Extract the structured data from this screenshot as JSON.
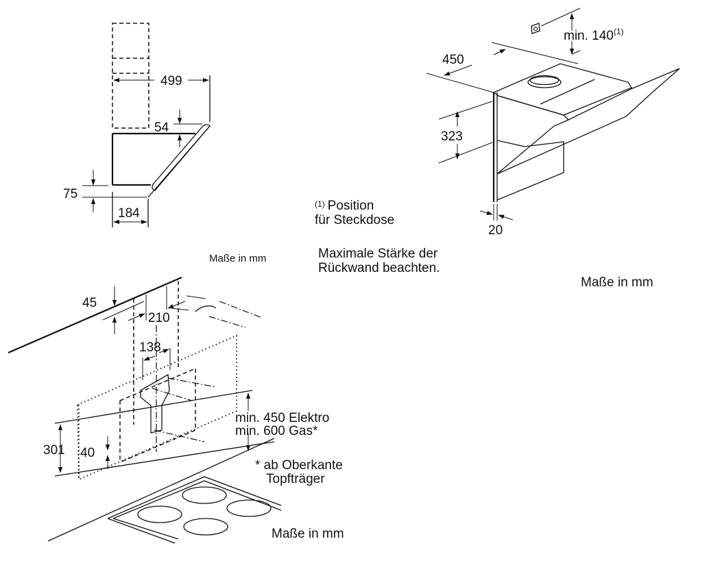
{
  "side_view": {
    "dimensions": {
      "width_total": "499",
      "glass_offset": "54",
      "bottom_offset": "75",
      "depth_bottom": "184"
    },
    "units_note": "Maße in mm"
  },
  "iso_view": {
    "dimensions": {
      "width": "450",
      "height": "323",
      "wall_thickness": "20",
      "socket_min": "min. 140",
      "socket_min_footnote": "(1)"
    },
    "footnote_marker": "(1)",
    "footnote_line1": "Position",
    "footnote_line2": "für Steckdose",
    "wall_note_line1": "Maximale Stärke der",
    "wall_note_line2": "Rückwand beachten.",
    "units_note": "Maße in mm"
  },
  "install_view": {
    "dimensions": {
      "top_offset": "45",
      "hole_spacing": "210",
      "bracket_spacing": "138",
      "height_range": "301",
      "bottom_offset": "40"
    },
    "clearance_line1": "min. 450 Elektro",
    "clearance_line2": "min. 600 Gas*",
    "asterisk_note_line1": "* ab Oberkante",
    "asterisk_note_line2": "Topfträger",
    "units_note": "Maße in mm"
  }
}
